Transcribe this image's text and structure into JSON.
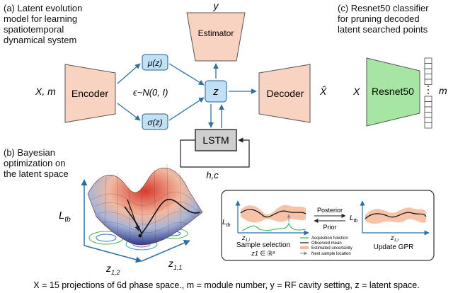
{
  "captions": {
    "a": [
      "(a) Latent evolution",
      "model for learning",
      "spatiotemporal",
      "dynamical system"
    ],
    "b": [
      "(b) Bayesian",
      "optimization on",
      "the latent space"
    ],
    "c": [
      "(c) Resnet50 classifier",
      "for pruning decoded",
      "latent searched points"
    ]
  },
  "vae": {
    "input": "X, m",
    "encoder": "Encoder",
    "mu": "μ(z)",
    "sigma": "σ(z)",
    "epsilon": "ϵ~N(0, I)",
    "z": "z",
    "estimator": "Estimator",
    "y": "y",
    "decoder": "Decoder",
    "xhat": "X̂",
    "lstm": "LSTM",
    "hc": "h,c"
  },
  "classifier": {
    "input": "X",
    "label": "Resnet50",
    "output": "m"
  },
  "bo": {
    "surface_axis": "Ltb",
    "x_axis": "z1,2",
    "y_axis": "z1,1",
    "left_plot": {
      "ylabel": "Ltb",
      "xlabel": "z1,i",
      "title": "Sample selection",
      "subtitle": "z1 ∈ ℝ⁸"
    },
    "right_plot": {
      "ylabel": "Ltb",
      "xlabel": "z1,i",
      "title": "Update GPR"
    },
    "posterior": "Posterior",
    "prior": "Prior",
    "legend": [
      {
        "label": "Acquisition function",
        "color": "#33b34a"
      },
      {
        "label": "Observed mean",
        "color": "#111111"
      },
      {
        "label": "Estimated uncertainty",
        "color": "#f0a07a"
      },
      {
        "label": "Next sample location",
        "color": "#888888"
      }
    ]
  },
  "footer": "X = 15 projections of 6d phase space., m = module number, y = RF cavity setting, z = latent space.",
  "colors": {
    "block_fill": "#f8d3c2",
    "block_stroke": "#555555",
    "z_fill": "#bfe0f5",
    "z_stroke": "#1f5f99",
    "green_fill": "#a7e6a2",
    "arrow": "#2e6fa3",
    "surface_hi": "#d13b2a",
    "surface_lo": "#2e3d8c"
  }
}
